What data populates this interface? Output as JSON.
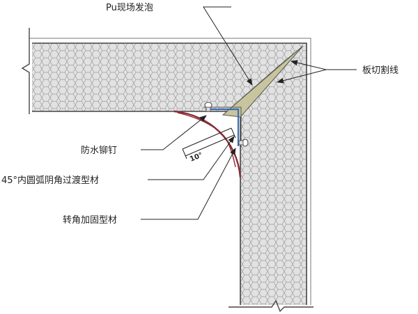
{
  "labels": {
    "pu_foam": "Pu现场发泡",
    "cut_line": "板切割线",
    "rivet": "防水铆钉",
    "arc_profile": "45°内圆弧阴角过渡型材",
    "corner_profile": "转角加固型材",
    "angle": "10°"
  },
  "colors": {
    "panel_fill": "#e2e2e2",
    "hex_stroke": "#9a9a9a",
    "outline": "#444444",
    "foam": "#c8c59e",
    "arc_profile": "#8b2a35",
    "metal_profile": "#3a6fb0",
    "leader": "#222222"
  }
}
